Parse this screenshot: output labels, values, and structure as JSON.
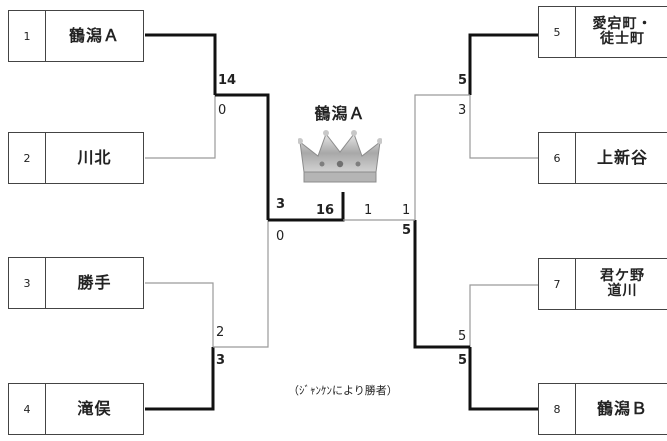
{
  "teams": [
    {
      "seed": "1",
      "name": "鶴潟Ａ"
    },
    {
      "seed": "2",
      "name": "川北"
    },
    {
      "seed": "3",
      "name": "勝手"
    },
    {
      "seed": "4",
      "name": "滝俣"
    },
    {
      "seed": "5",
      "name": "愛宕町・\n徒士町"
    },
    {
      "seed": "6",
      "name": "上新谷"
    },
    {
      "seed": "7",
      "name": "君ケ野\n道川"
    },
    {
      "seed": "8",
      "name": "鶴潟Ｂ"
    }
  ],
  "scores": {
    "m1_top": "14",
    "m1_bottom": "0",
    "m2_top": "2",
    "m2_bottom": "3",
    "semi_left_top": "3",
    "semi_left_bottom": "0",
    "m3_top": "5",
    "m3_bottom": "3",
    "m4_top": "5",
    "m4_bottom": "5",
    "semi_right_top": "1",
    "semi_right_bottom": "5",
    "final_left": "16",
    "final_right": "1"
  },
  "champion": {
    "name": "鶴潟Ａ",
    "icon": "crown-icon"
  },
  "note": "（ｼﾞｬﾝｹﾝにより勝者）",
  "colors": {
    "winner_line": "#111111",
    "loser_line": "#9a9a9a"
  }
}
